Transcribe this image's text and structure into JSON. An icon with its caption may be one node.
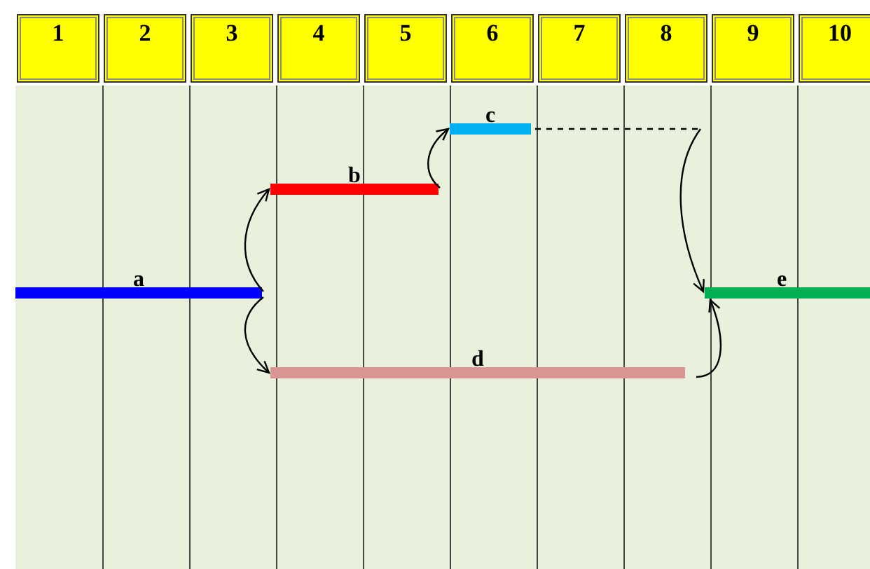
{
  "diagram": {
    "nodes": [
      {
        "text": [
          "1"
        ]
      },
      {
        "text": [
          "2"
        ]
      },
      {
        "text": [
          "3"
        ]
      },
      {
        "text": [
          "4"
        ]
      },
      {
        "text": [
          "5"
        ]
      },
      {
        "text": [
          "6"
        ]
      },
      {
        "text": [
          "7"
        ]
      },
      {
        "text": [
          "8"
        ]
      },
      {
        "text": [
          "9"
        ]
      },
      {
        "text": [
          "10"
        ]
      },
      {
        "text": [
          "a"
        ]
      },
      {
        "text": [
          "b"
        ]
      },
      {
        "text": [
          "c"
        ]
      },
      {
        "text": [
          "d"
        ]
      },
      {
        "text": [
          "e"
        ]
      }
    ],
    "edges": [
      {
        "from": 10,
        "to": 11,
        "arrow": "to"
      },
      {
        "from": 10,
        "to": 13,
        "arrow": "to"
      },
      {
        "from": 11,
        "to": 12,
        "arrow": "to"
      },
      {
        "from": 12,
        "to": 14,
        "arrow": "to",
        "style": "dashed"
      },
      {
        "from": 13,
        "to": 14,
        "arrow": "to"
      }
    ]
  }
}
